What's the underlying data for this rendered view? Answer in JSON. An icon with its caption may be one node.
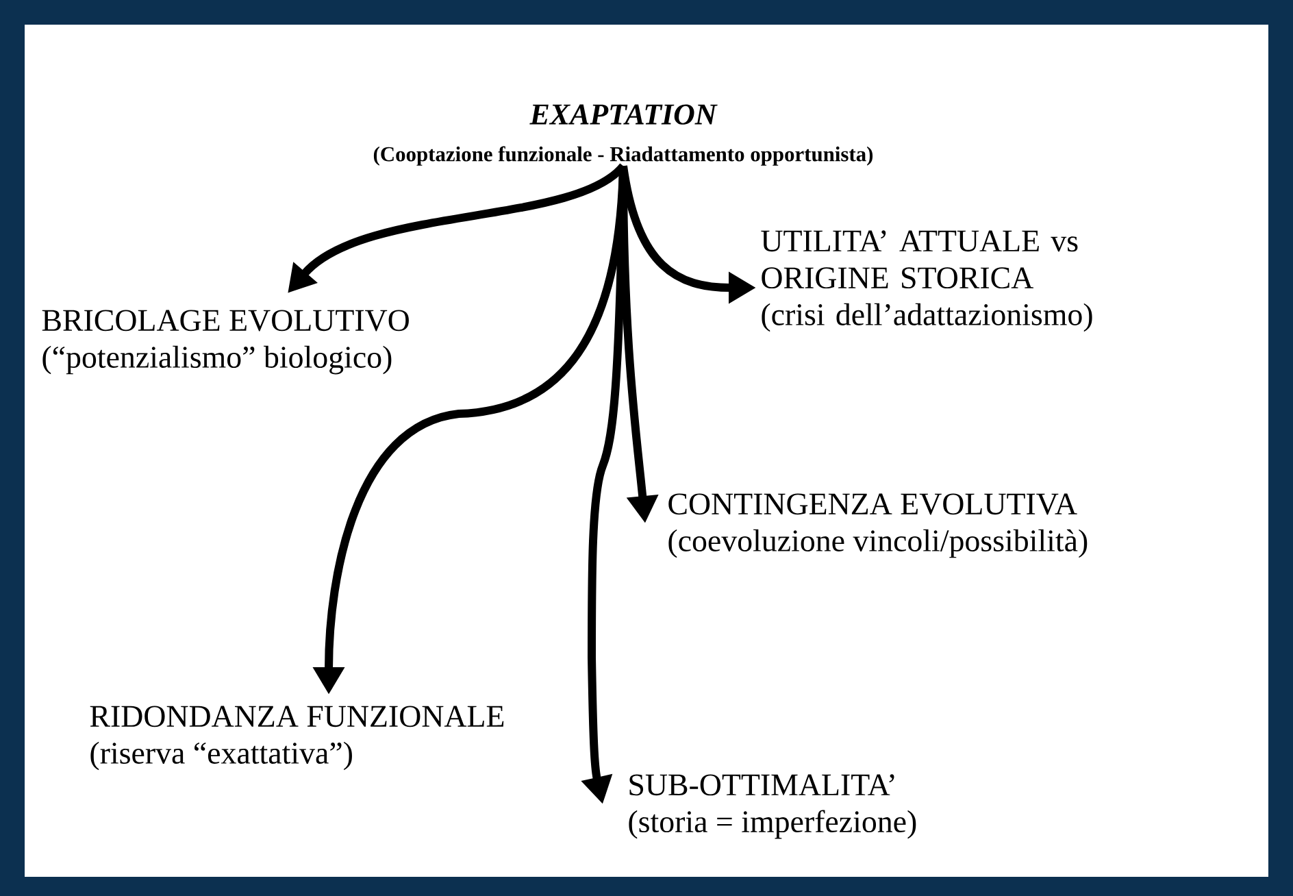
{
  "diagram": {
    "nodes": [
      {
        "text": [
          "EXAPTATION",
          "(Cooptazione funzionale - Riadattamento opportunista)"
        ]
      },
      {
        "text": [
          "UTILITA’ ATTUALE vs ORIGINE STORICA",
          "(crisi dell’adattazionismo)"
        ]
      },
      {
        "text": [
          "BRICOLAGE EVOLUTIVO",
          "(“potenzialismo” biologico)"
        ]
      },
      {
        "text": [
          "CONTINGENZA EVOLUTIVA",
          "(coevoluzione vincoli/possibilità)"
        ]
      },
      {
        "text": [
          "RIDONDANZA FUNZIONALE",
          "(riserva “exattativa”)"
        ]
      },
      {
        "text": [
          "SUB-OTTIMALITA’",
          "(storia = imperfezione)"
        ]
      }
    ],
    "edges": [
      {
        "from": 0,
        "to": 2,
        "arrow": "to"
      },
      {
        "from": 0,
        "to": 1,
        "arrow": "to"
      },
      {
        "from": 0,
        "to": 3,
        "arrow": "to"
      },
      {
        "from": 0,
        "to": 4,
        "arrow": "to"
      },
      {
        "from": 0,
        "to": 5,
        "arrow": "to"
      }
    ]
  }
}
